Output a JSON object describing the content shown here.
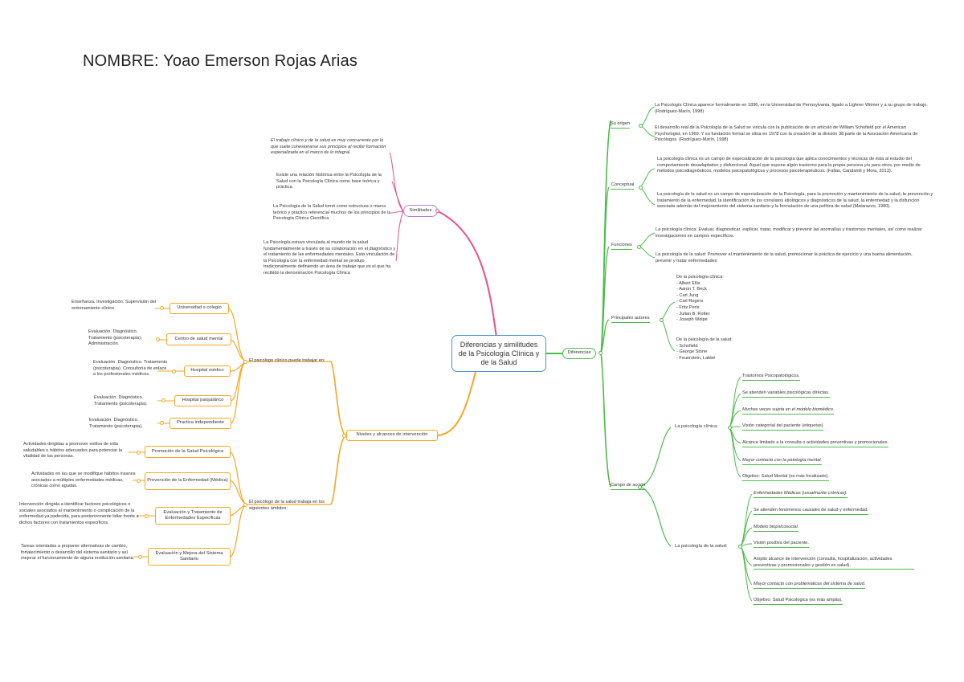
{
  "title": "NOMBRE: Yoao Emerson Rojas Arias",
  "center": "Diferencias y similitudes de la Psicología Clínica y de la Salud",
  "similitudes": {
    "label": "Similitudes",
    "notes": [
      "El trabajo clínico y de la salud es muy concurrente por lo que suele cohesionarse sus principios al recibir formación especializada en el marco de lo integral.",
      "Existe una relación histórica entre la Psicología de la Salud con la Psicología Clínica como base teórica y práctica.",
      "La Psicología de la Salud tomó como estructura o marco teórico y práctico referencial muchos de los principios de la Psicología Clínica Científica",
      "La Psicología estuvo vinculada al mundo de la salud fundamentalmente a través de su colaboración en el diagnóstico y el tratamiento de las enfermedades mentales. Esta vinculación de la Psicología con la enfermedad mental se produjo tradicionalmente definiendo un área de trabajo que es el que ha recibido la denominación Psicología Clínica"
    ]
  },
  "niveles": {
    "label": "Niveles y alcances de intervención",
    "clinico_label": "El psicólogo clínico puede trabajar en:",
    "clinico": [
      {
        "node": "Universidad o colegio",
        "note": "Enseñanza. Investigación. Supervisión del entrenamiento clínico."
      },
      {
        "node": "Centro de salud mental",
        "note": "Evaluación. Diagnóstico. Tratamiento (psicoterapia). Administración."
      },
      {
        "node": "Hospital médico",
        "note": "Evaluación. Diagnóstico. Tratamiento (psicoterapia). Consultoría de enlace a los profesionales médicos."
      },
      {
        "node": "Hospital psiquiátrico",
        "note": "Evaluación. Diagnóstico. Tratamiento (psicoterapia)."
      },
      {
        "node": "Practica independiente",
        "note": "Evaluación. Diagnóstico. Tratamiento (psicoterapia)."
      }
    ],
    "salud_label": "El psicólogo de la salud trabaja en los siguientes ámbitos:",
    "salud": [
      {
        "node": "Promoción de la Salud Psicológica",
        "note": "Actividades dirigidas a promover estilos de vida saludables o hábitos adecuados para potenciar la vitalidad de las personas."
      },
      {
        "node": "Prevención de la Enfermedad (Médica)",
        "note": "Actividades en las que se modifique hábitos insanos asociados a múltiples enfermedades médicas, crónicas como agudas."
      },
      {
        "node": "Evaluación y Tratamiento de Enfermedades Específicas",
        "note": "Intervención dirigida a identificar factores psicológicos o sociales asociados al mantenimiento o complicación de la enfermedad ya padecida, para posteriormente lidiar frente a dichos factores con tratamientos específicos."
      },
      {
        "node": "Evaluación y Mejora del Sistema Sanitario",
        "note": "Tareas orientadas a proponer alternativas de cambio, fortalecimiento o desarrollo del sistema sanitario y así mejorar el funcionamiento de alguna institución sanitaria."
      }
    ]
  },
  "diferencias": {
    "label": "Diferencias",
    "su_origen": {
      "label": "Su origen",
      "notes": [
        "La Psicología Clínica aparece formalmente en 1896, en la Universidad de Pennsylvania, ligado a Lighner Witmer y a su grupo de trabajo. (Rodríguez-Marín, 1998)",
        "El desarrollo real de la Psicología de la Salud se vincula con la publicación de un artículo de William Schofield por el American Psychologist, en 1969. Y su fundación formal se sitúa en 1978 con la creación de la división 38 parte de la Asociación Americana de Psicólogos. (Rodríguez-Marín, 1998)"
      ]
    },
    "conceptual": {
      "label": "Conceptual",
      "notes": [
        "La psicología clínica es un campo de especialización de la psicología que aplica conocimientos y técnicas de ésta al estudio del comportamiento desadaptativo y disfuncional. Aquel que supone algún trastorno para la propia persona y/o para otros, por medio de métodos psicodiagnósticos, modelos psicopatológicos y procesos psicoterapéuticos. (Fallas, Candamil y Mora, 2013).",
        "La psicología de la salud es un campo de especialización de la Psicología, para la promoción y mantenimiento de la salud, la prevención y tratamiento de la enfermedad, la identificación de los correlatos etiológicos y diagnósticos de la salud, la enfermedad y la disfunción asociada además del mejoramiento del sistema sanitario y la formulación de una política de salud (Matarazzo, 1980)."
      ]
    },
    "funciones": {
      "label": "Funciones",
      "notes": [
        "La psicología clínica: Evaluar, diagnosticar, explicar, tratar, modificar y prevenir las anomalías y trastornos mentales, así como realizar investigaciones en campos específicos.",
        "La psicología de la salud: Promover el mantenimiento de la salud, promocionar la práctica de ejercicio y una buena alimentación, prevenir y tratar enfermedades"
      ]
    },
    "autores": {
      "label": "Principales autores",
      "clinica_head": "De la psicología clínica:",
      "clinica": [
        "- Albert Ellis",
        "- Aaron T. Beck",
        "- Carl Jung",
        "- Carl Rogers",
        "- Fritz Perls",
        "- Julian B. Rotter",
        "- Joseph Wolpe"
      ],
      "salud_head": "De la psicología de la salud:",
      "salud": [
        "- Schofield",
        "- George Stone",
        "- Feuerstein, Labbé"
      ]
    },
    "campo": {
      "label": "Campo de acción",
      "clinica_label": "La psicología clínica:",
      "clinica": [
        "Trastornos Psicopatológicos.",
        "Se atienden variables psicológicas directas.",
        "Muchas veces sujeta en el modelo biomédico.",
        "Visión categorial del paciente (etiquetas)",
        "Alcance limitado a la consulta o actividades preventivas y promocionales.",
        "Mayor contacto con la patología mental.",
        "Objetivo: Salud  Mental (es más focalizado)."
      ],
      "salud_label": "La psicología de la salud:",
      "salud": [
        "Enfermedades Médicas (usualmente crónicas).",
        "Se atienden fenómenos causales de salud y enfermedad.",
        "Modelo biopsicosocial.",
        "Visión positiva del paciente.",
        "Amplio alcance de intervención (consulta, hospitalización, actividades preventivas y promocionales y gestión en salud).",
        "Mayor contacto con problemáticas del sistema de salud.",
        "Objetivo: Salud Psicológica (es más amplia)."
      ]
    }
  },
  "colors": {
    "orange": "#f5a623",
    "pink": "#e94f8a",
    "green": "#4cbb4a",
    "blue": "#4a90d9"
  }
}
